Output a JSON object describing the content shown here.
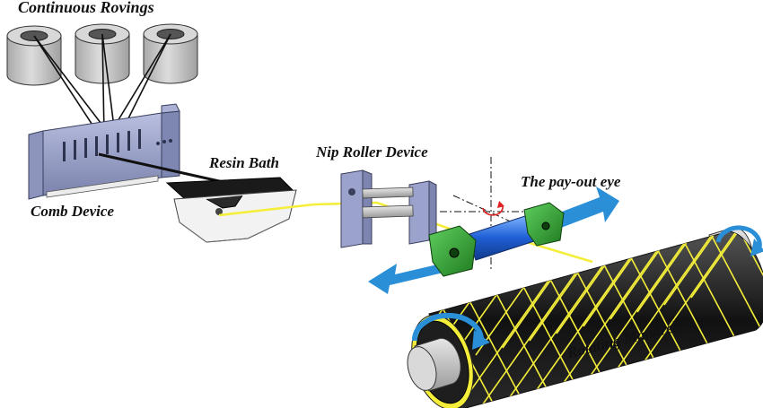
{
  "figure": {
    "labels": {
      "continuous_rovings": "Continuous Rovings",
      "resin_bath": "Resin Bath",
      "nip_roller_device": "Nip Roller Device",
      "payout_eye": "The pay-out eye",
      "comb_device": "Comb Device",
      "rotating_mandrel": "Rotating Mandrel"
    },
    "colors": {
      "fiber": "#f4ee3a",
      "arrow": "#2a8fd6",
      "eye_holder": "#2f8f2f",
      "mandrel_core": "#2b2b2b",
      "machine_parts": "#9aa2c8",
      "spools": "#c8c8c8"
    }
  }
}
